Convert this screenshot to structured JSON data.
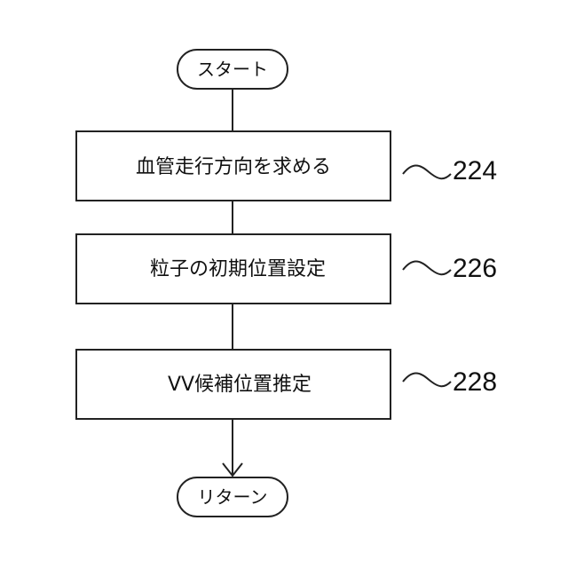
{
  "flowchart": {
    "start_label": "スタート",
    "end_label": "リターン",
    "steps": [
      {
        "label": "血管走行方向を求める",
        "ref": "224"
      },
      {
        "label": "粒子の初期位置設定",
        "ref": "226"
      },
      {
        "label": "VV候補位置推定",
        "ref": "228"
      }
    ]
  }
}
